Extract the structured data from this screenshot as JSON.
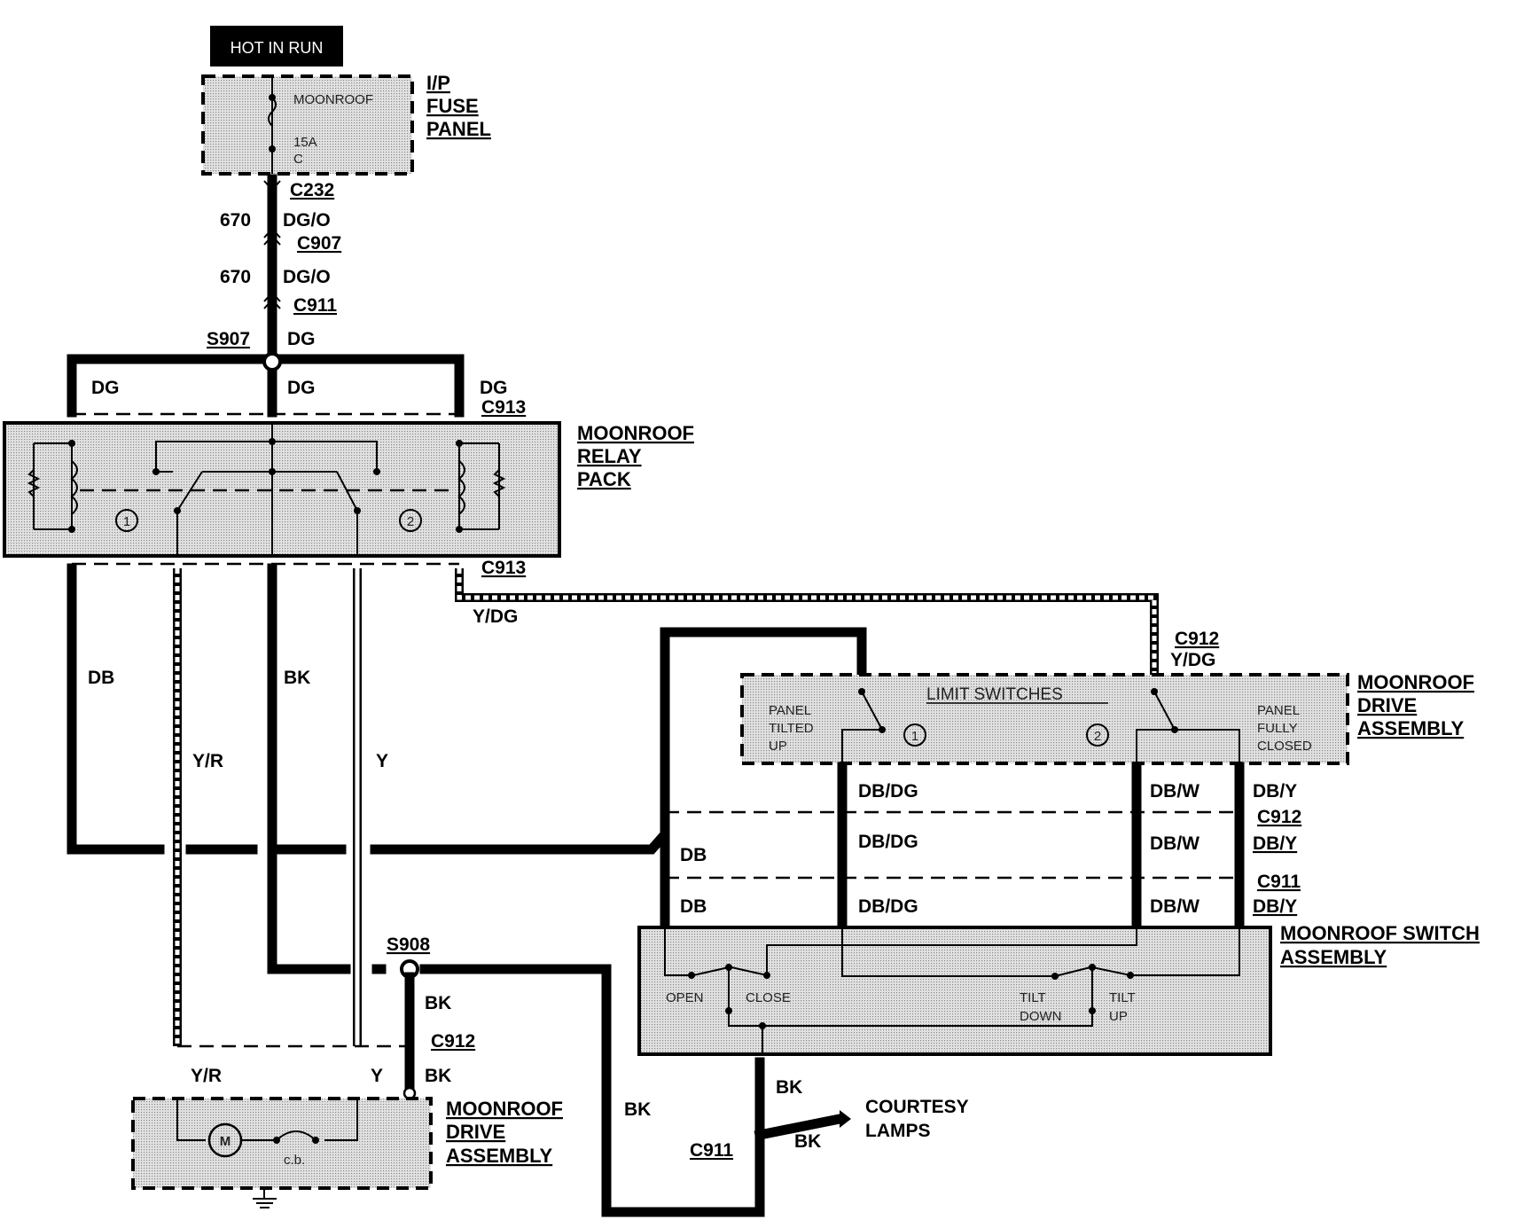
{
  "hot_label": "HOT IN RUN",
  "fuse_panel": {
    "title": [
      "I/P",
      "FUSE",
      "PANEL"
    ],
    "fuse_name": "MOONROOF",
    "fuse_rating": "15A",
    "fuse_pin": "C"
  },
  "connectors": {
    "c232": "C232",
    "c907": "C907",
    "c911": "C911",
    "c913": "C913",
    "c912": "C912",
    "s907": "S907",
    "s908": "S908"
  },
  "circuits": {
    "num_670": "670",
    "dg_o": "DG/O",
    "dg": "DG",
    "db": "DB",
    "bk": "BK",
    "y_r": "Y/R",
    "y": "Y",
    "y_dg": "Y/DG",
    "db_dg": "DB/DG",
    "db_w": "DB/W",
    "db_y": "DB/Y"
  },
  "relay_pack": {
    "title": [
      "MOONROOF",
      "RELAY",
      "PACK"
    ],
    "relay1": "1",
    "relay2": "2"
  },
  "drive_assembly_top": {
    "title": [
      "MOONROOF",
      "DRIVE",
      "ASSEMBLY"
    ],
    "limit_switches": "LIMIT SWITCHES",
    "left_label": [
      "PANEL",
      "TILTED",
      "UP"
    ],
    "right_label": [
      "PANEL",
      "FULLY",
      "CLOSED"
    ],
    "sw1": "1",
    "sw2": "2"
  },
  "switch_assembly": {
    "title": [
      "MOONROOF SWITCH",
      "ASSEMBLY"
    ],
    "open": "OPEN",
    "close": "CLOSE",
    "tilt_down": [
      "TILT",
      "DOWN"
    ],
    "tilt_up": [
      "TILT",
      "UP"
    ]
  },
  "drive_assembly_bottom": {
    "title": [
      "MOONROOF",
      "DRIVE",
      "ASSEMBLY"
    ],
    "motor": "M",
    "breaker": "c.b."
  },
  "courtesy": {
    "title": [
      "COURTESY",
      "LAMPS"
    ]
  }
}
